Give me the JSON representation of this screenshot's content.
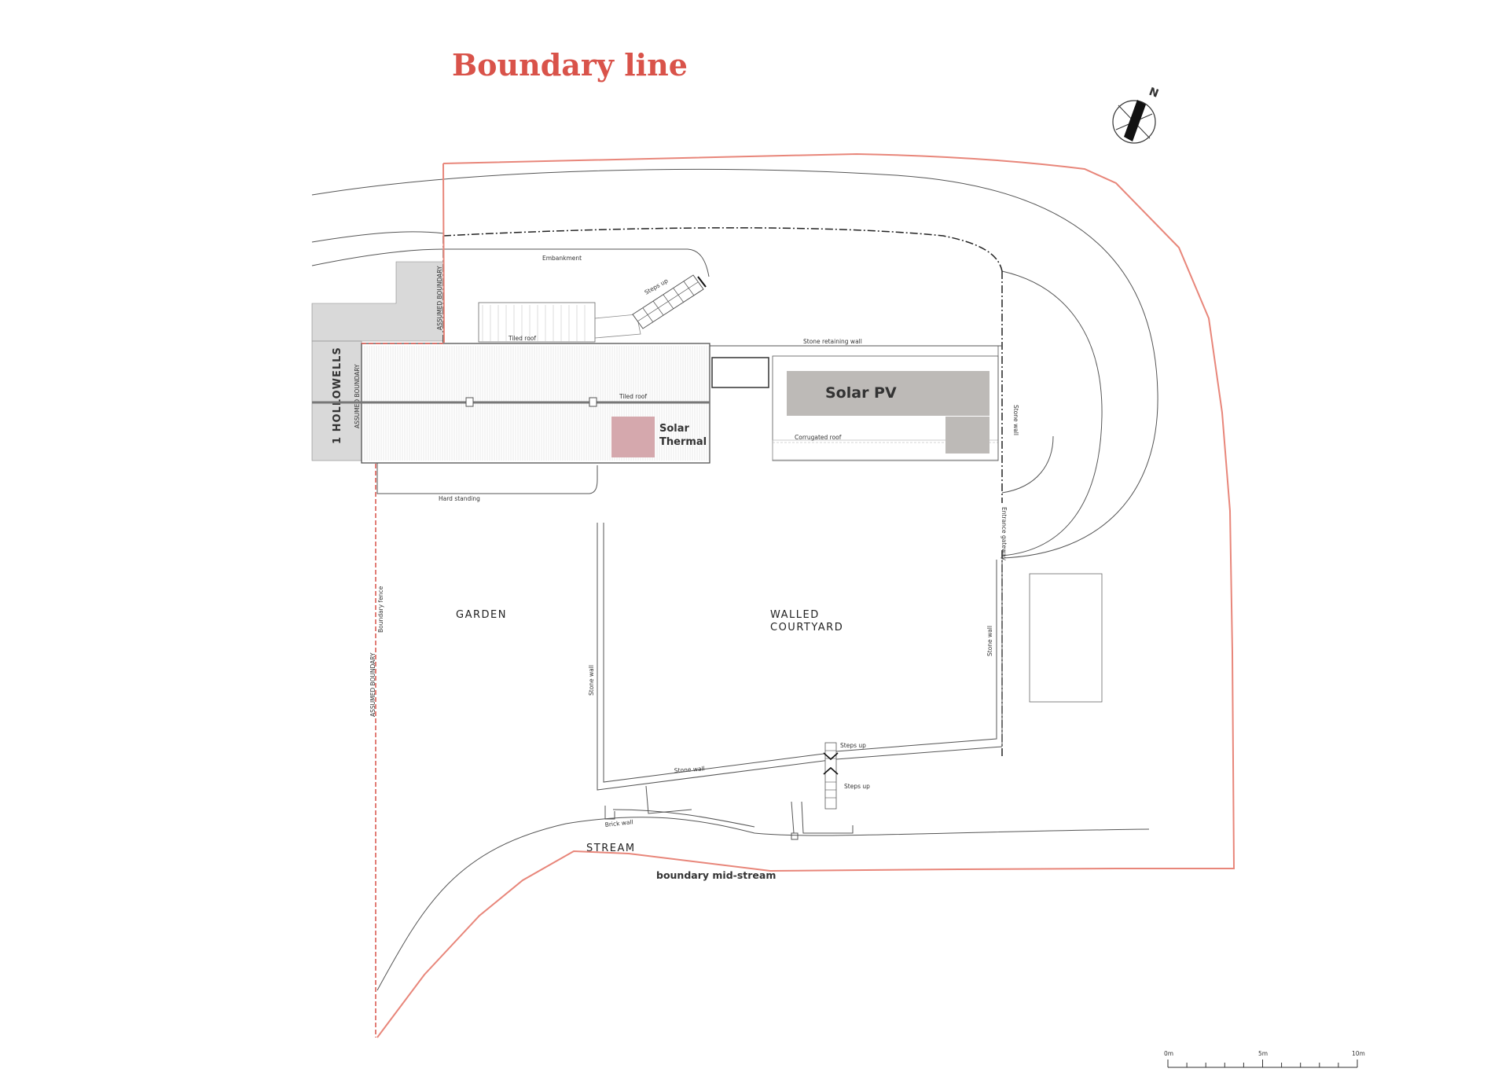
{
  "title": "Boundary line",
  "compass": {
    "north_label": "N"
  },
  "labels": {
    "hollowells": "1 HOLLOWELLS",
    "assumed_boundary_top": "ASSUMED BOUNDARY",
    "assumed_boundary_mid": "ASSUMED BOUNDARY",
    "assumed_boundary_lower": "ASSUMED BOUNDARY",
    "boundary_fence": "Boundary fence",
    "embankment": "Embankment",
    "steps_up_top": "Steps up",
    "tiled_roof_top": "Tiled roof",
    "tiled_roof_ridge": "Tiled roof",
    "stone_retaining_wall": "Stone retaining wall",
    "corrugated_roof": "Corrugated roof",
    "stone_wall_right_top": "Stone wall",
    "entrance_gateway": "Entrance gateway",
    "hard_standing": "Hard standing",
    "stone_wall_left": "Stone wall",
    "stone_wall_right": "Stone wall",
    "stone_wall_bottom": "Stone wall",
    "steps_up_1": "Steps up",
    "steps_up_2": "Steps up",
    "brick_wall": "Brick wall",
    "garden": "GARDEN",
    "walled": "WALLED",
    "courtyard": "COURTYARD",
    "stream": "STREAM",
    "boundary_mid_stream": "boundary mid-stream"
  },
  "panels": {
    "solar_pv": {
      "label": "Solar PV",
      "color": "#bdbab7"
    },
    "solar_thermal": {
      "line1": "Solar",
      "line2": "Thermal",
      "color": "#d5a8ad"
    }
  },
  "scale_bar": {
    "ticks": [
      "0m",
      "5m",
      "10m"
    ]
  },
  "colors": {
    "boundary": "#e8867a",
    "title": "#d9534a",
    "neighbour": "#d9d9d9"
  }
}
